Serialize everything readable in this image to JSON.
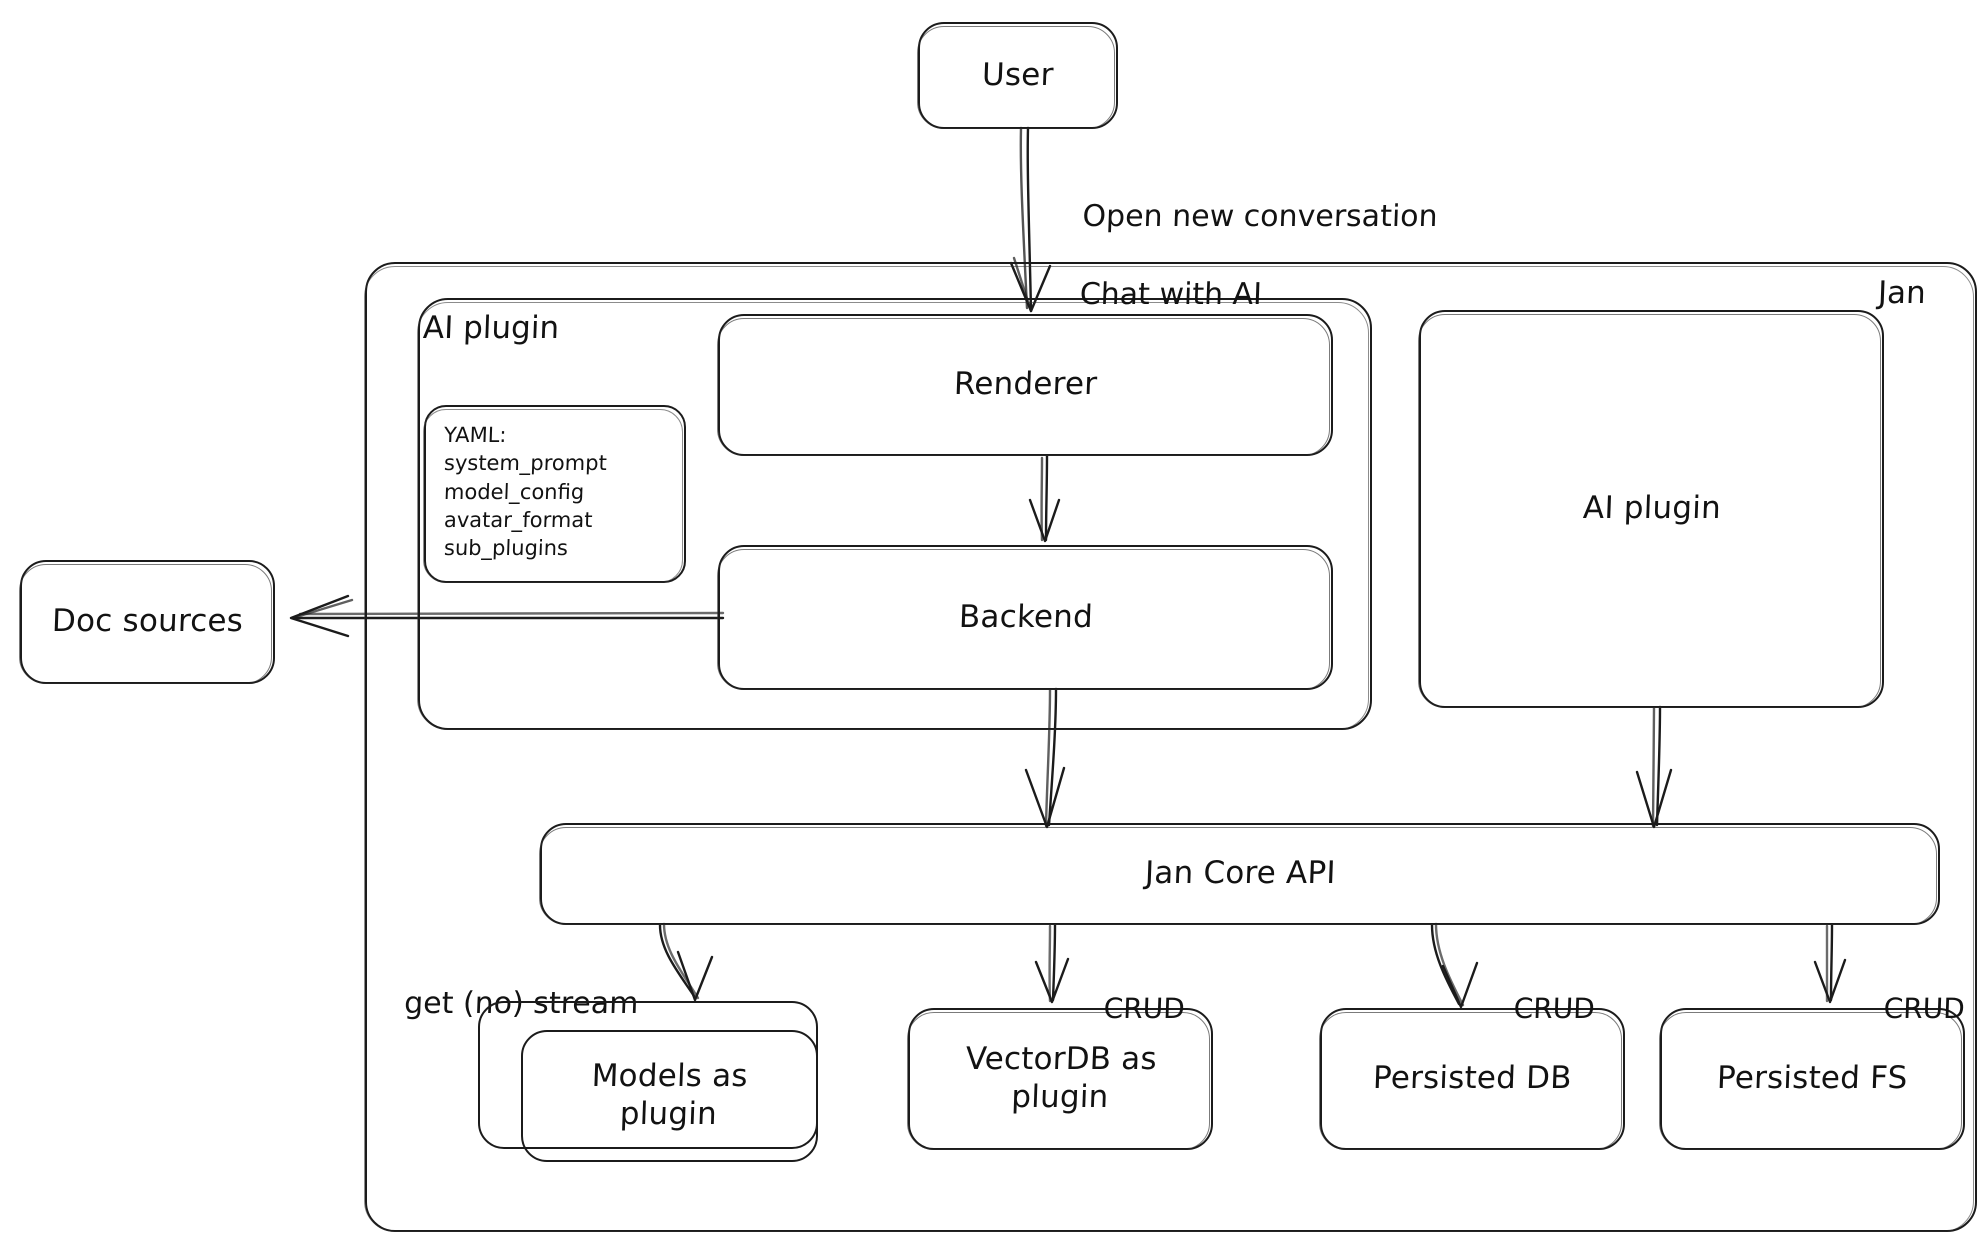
{
  "diagram": {
    "title_label": "Jan",
    "nodes": {
      "user": "User",
      "renderer": "Renderer",
      "backend": "Backend",
      "ai_plugin_group": "AI plugin",
      "ai_plugin_box": "AI plugin",
      "doc_sources": "Doc sources",
      "jan_core_api": "Jan Core API",
      "models_as_plugin": "Models as\nplugin",
      "vectordb_as_plugin": "VectorDB as\nplugin",
      "persisted_db": "Persisted DB",
      "persisted_fs": "Persisted FS"
    },
    "yaml_card": {
      "header": "YAML:",
      "keys": [
        "system_prompt",
        "model_config",
        "avatar_format",
        "sub_plugins"
      ]
    },
    "edge_labels": {
      "user_to_renderer_line1": "Open new conversation",
      "user_to_renderer_line2": "Chat with AI",
      "models_edge": "get (no) stream",
      "vectordb_edge": "CRUD",
      "persisted_db_edge": "CRUD",
      "persisted_fs_edge": "CRUD"
    },
    "colors": {
      "stroke": "#1b1b1b",
      "text": "#121212",
      "background": "#ffffff"
    }
  }
}
